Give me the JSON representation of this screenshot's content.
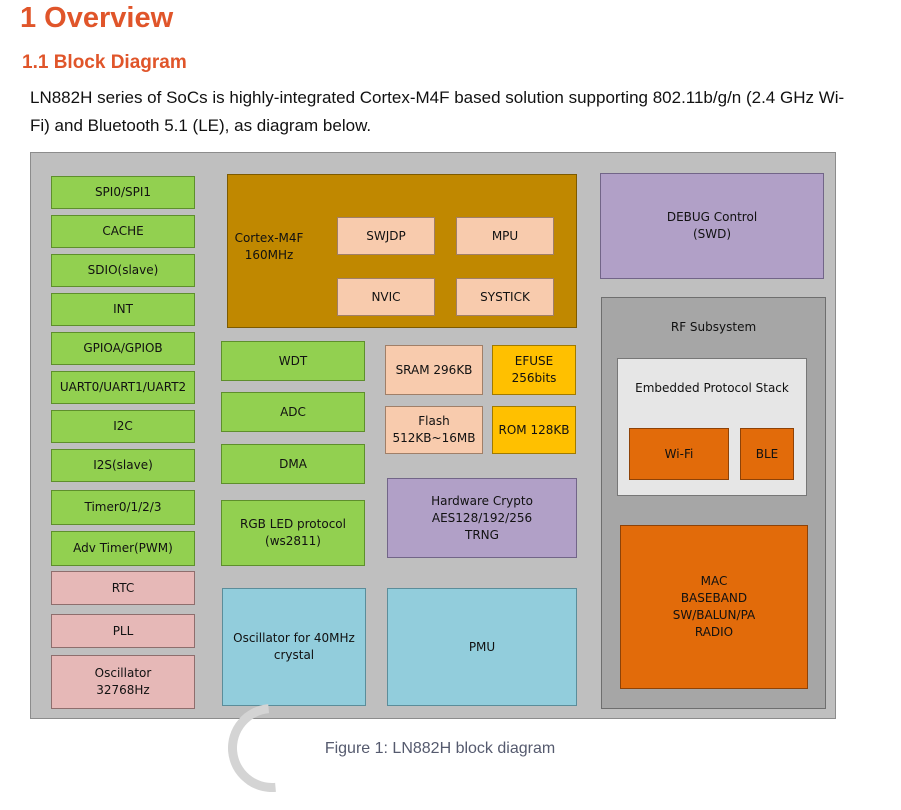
{
  "heading": "1 Overview",
  "subheading": "1.1 Block Diagram",
  "intro": "LN882H series of SoCs is highly-integrated Cortex-M4F based solution supporting 802.11b/g/n (2.4 GHz Wi-Fi) and Bluetooth 5.1 (LE), as diagram below.",
  "caption": "Figure 1: LN882H block diagram",
  "colors": {
    "peripheral": "#92d050",
    "clock": "#e6b8b7",
    "core": "#c08800",
    "memory": "#f8cbad",
    "efuse_rom": "#ffc000",
    "debug_crypto": "#b1a0c7",
    "analog": "#92cddc",
    "rf": "#a6a6a6",
    "radio": "#e26b0a"
  },
  "diagram": {
    "left_column": [
      "SPI0/SPI1",
      "CACHE",
      "SDIO(slave)",
      "INT",
      "GPIOA/GPIOB",
      "UART0/UART1/UART2",
      "I2C",
      "I2S(slave)",
      "Timer0/1/2/3",
      "Adv Timer(PWM)"
    ],
    "clock_column": [
      "RTC",
      "PLL",
      "Oscillator\n32768Hz"
    ],
    "core": {
      "label": "Cortex-M4F\n160MHz",
      "blocks": [
        "SWJDP",
        "MPU",
        "NVIC",
        "SYSTICK"
      ]
    },
    "mid_column": [
      "WDT",
      "ADC",
      "DMA",
      "RGB LED protocol\n(ws2811)",
      "Oscillator for 40MHz\ncrystal"
    ],
    "memory": {
      "sram": "SRAM  296KB",
      "efuse": "EFUSE\n256bits",
      "flash": "Flash\n512KB~16MB",
      "rom": "ROM  128KB"
    },
    "crypto": "Hardware Crypto\nAES128/192/256\nTRNG",
    "pmu": "PMU",
    "debug": "DEBUG Control\n(SWD)",
    "rf": {
      "title": "RF Subsystem",
      "stack": "Embedded Protocol Stack",
      "wifi": "Wi-Fi",
      "ble": "BLE",
      "mac": "MAC\nBASEBAND\nSW/BALUN/PA\nRADIO"
    }
  }
}
